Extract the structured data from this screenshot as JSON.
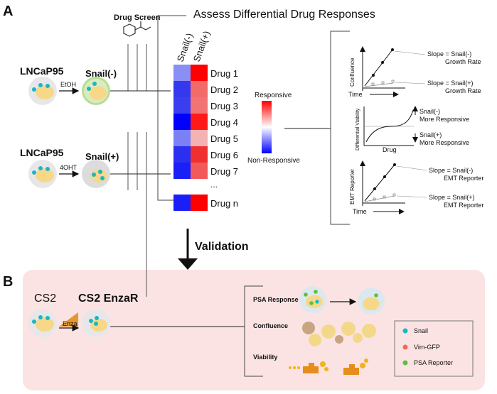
{
  "panel_a": {
    "letter": "A",
    "title": "Assess Differential Drug Responses",
    "drug_screen_label": "Drug Screen",
    "cell_lines": [
      {
        "name": "LNCaP95",
        "treatment": "EtOH",
        "state": "Snail(-)"
      },
      {
        "name": "LNCaP95",
        "treatment": "4OHT",
        "state": "Snail(+)"
      }
    ],
    "heatmap": {
      "columns": [
        "Snail(-)",
        "Snail(+)"
      ],
      "rows": [
        "Drug 1",
        "Drug 2",
        "Drug 3",
        "Drug 4",
        "Drug 5",
        "Drug 6",
        "Drug 7"
      ],
      "ellipsis": "...",
      "last_row": "Drug n",
      "legend_high": "Responsive",
      "legend_low": "Non-Responsive",
      "colors": {
        "snail_neg": [
          "#8a8ff5",
          "#3438ee",
          "#3a3ef0",
          "#0000ff",
          "#7b80f4",
          "#2a2ff0",
          "#1a1ff8"
        ],
        "snail_pos": [
          "#ff0000",
          "#f26a6a",
          "#f27373",
          "#ff1a1a",
          "#f4b2b2",
          "#f03030",
          "#f25a5a"
        ],
        "last_neg": "#1a1ff8",
        "last_pos": "#ff0000"
      }
    },
    "plots": {
      "confluence": {
        "ylabel": "Confluence",
        "xlabel": "Time",
        "slope_neg": "Slope = Snail(-)",
        "slope_neg_sub": "Growth Rate",
        "slope_pos": "Slope = Snail(+)",
        "slope_pos_sub": "Growth Rate"
      },
      "viability": {
        "ylabel": "Differential Viability",
        "xlabel": "Drug",
        "upper_label": "Snail(-)",
        "upper_sub": "More Responsive",
        "lower_label": "Snail(+)",
        "lower_sub": "More Responsive"
      },
      "emt": {
        "ylabel": "EMT Reporter",
        "xlabel": "Time",
        "slope_neg": "Slope = Snail(-)",
        "slope_neg_sub": "EMT Reporter",
        "slope_pos": "Slope = Snail(+)",
        "slope_pos_sub": "EMT Reporter"
      }
    },
    "validation": "Validation"
  },
  "panel_b": {
    "letter": "B",
    "cell_line": "CS2",
    "resistant": "CS2 EnzaR",
    "treatment": "Enza",
    "readouts": [
      "PSA Response",
      "Confluence",
      "Viability"
    ],
    "legend": [
      {
        "label": "Snail",
        "color": "#19b6c6"
      },
      {
        "label": "Vim-GFP",
        "color": "#f06b4d"
      },
      {
        "label": "PSA Reporter",
        "color": "#5cc23c"
      }
    ],
    "background": "#fbe3e3"
  }
}
